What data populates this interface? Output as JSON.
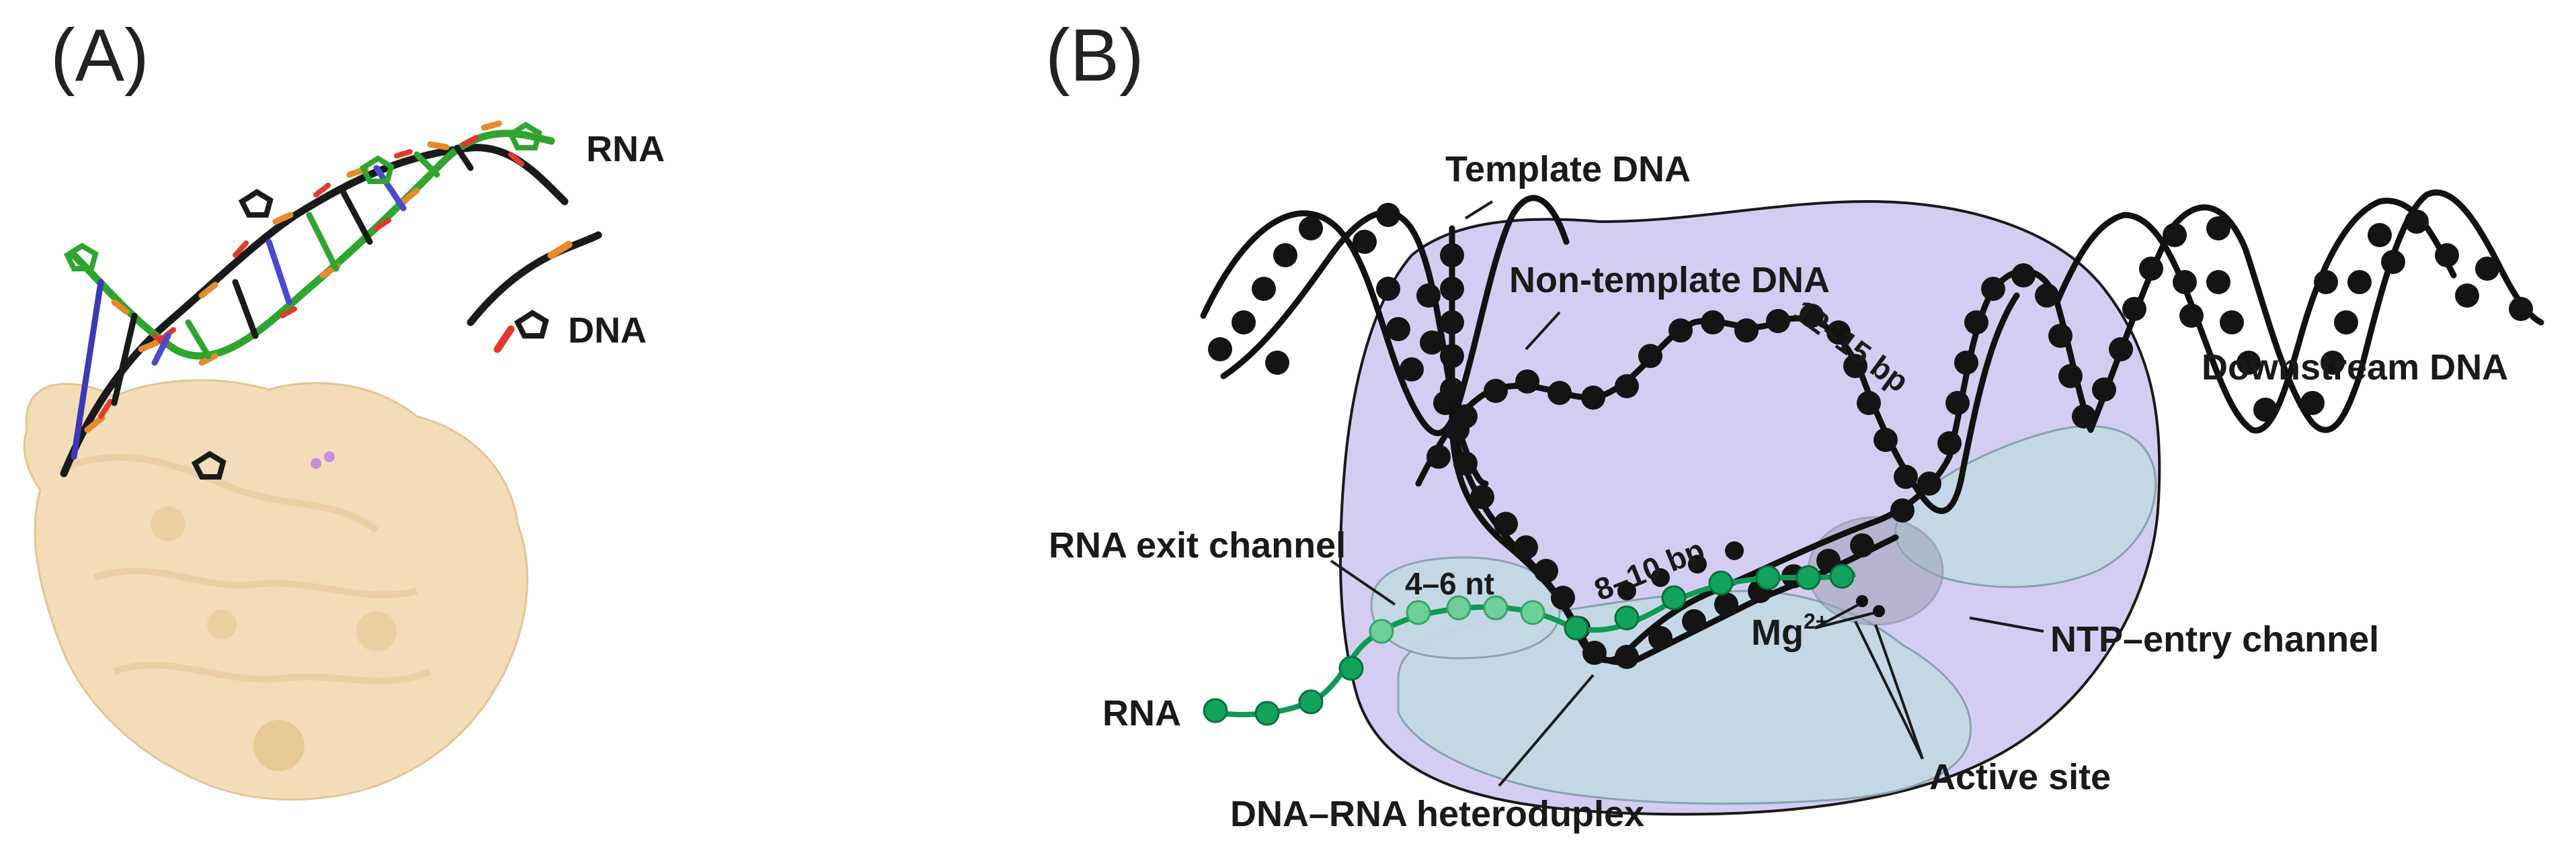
{
  "panel_a": {
    "label": "(A)",
    "labels": {
      "rna": "RNA",
      "dna": "DNA"
    }
  },
  "panel_b": {
    "label": "(B)",
    "labels": {
      "template_dna": "Template DNA",
      "non_template_dna": "Non-template DNA",
      "bp_12_15": "12–15 bp",
      "downstream_dna": "Downstream DNA",
      "rna_exit_channel": "RNA exit channel",
      "nt_4_6": "4–6 nt",
      "bp_8_10": "8–10 bp",
      "mg": "Mg",
      "mg_sup": "2+",
      "ntp_entry_channel": "NTP–entry channel",
      "rna": "RNA",
      "active_site": "Active site",
      "dna_rna_heteroduplex": "DNA–RNA heteroduplex"
    }
  },
  "colors": {
    "polymerase_body": "#d4cdf2",
    "channel_fill": "#c3d8e4",
    "dna": "#141414",
    "rna": "#11a35c",
    "protein_surface": "#f2ddb8",
    "dna_carbon": "#1a1a1a",
    "rna_carbon": "#2fa52f",
    "phosphate": "#e8892a",
    "oxygen": "#e23a2a",
    "nitrogen": "#4a4ad0"
  }
}
